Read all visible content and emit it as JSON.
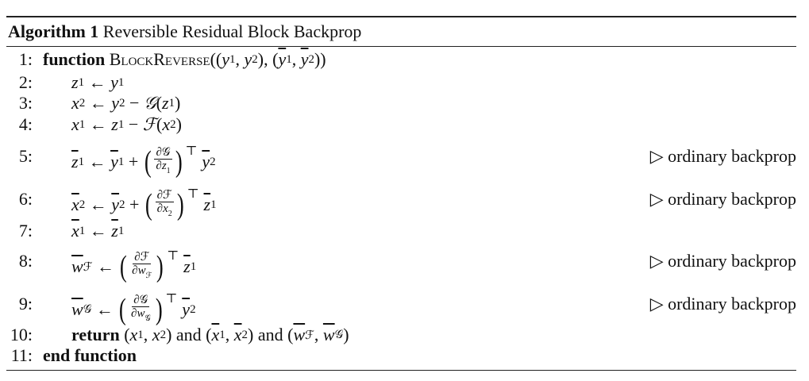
{
  "algorithm": {
    "label": "Algorithm 1",
    "title": "Reversible Residual Block Backprop"
  },
  "keywords": {
    "function": "function",
    "return": "return",
    "end_function": "end function",
    "and": "and"
  },
  "comment": "▷ ordinary backprop",
  "lines": [
    {
      "no": "1:",
      "fn_name": "BlockReverse",
      "args": "((y1, y2), (ȳ1, ȳ2))"
    },
    {
      "no": "2:"
    },
    {
      "no": "3:"
    },
    {
      "no": "4:"
    },
    {
      "no": "5:"
    },
    {
      "no": "6:"
    },
    {
      "no": "7:"
    },
    {
      "no": "8:"
    },
    {
      "no": "9:"
    },
    {
      "no": "10:"
    },
    {
      "no": "11:"
    }
  ]
}
